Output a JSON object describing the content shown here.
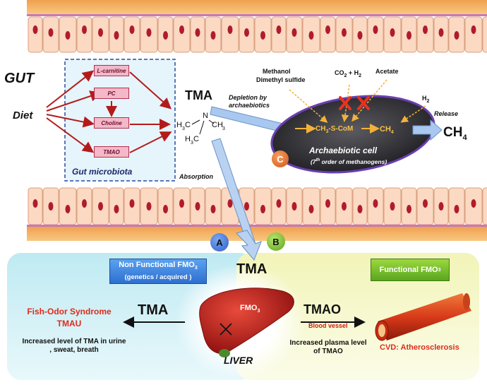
{
  "gut": {
    "title": "GUT",
    "diet": "Diet",
    "metabolites": [
      "L-carnitine",
      "PC",
      "Choline",
      "TMAO"
    ],
    "microbiota_label": "Gut  microbiota",
    "tma": "TMA",
    "depletion": "Depletion by archaebiotics",
    "absorption": "Absorption"
  },
  "archaea": {
    "substrate_methanol": "Methanol",
    "substrate_dms": "Dimethyl sulfide",
    "substrate_co2": "CO",
    "substrate_co2_sub": "2",
    "substrate_co2_tail": " + H",
    "substrate_co2_sub2": "2",
    "substrate_acetate": "Acetate",
    "substrate_h2": "H",
    "substrate_h2_sub": "2",
    "intermediate": "CH",
    "intermediate_sub": "3",
    "intermediate_tail": "-S-CoM",
    "product_in": "CH",
    "product_in_sub": "4",
    "cell_title": "Archaebiotic cell",
    "cell_sub_pre": "(7",
    "cell_sub_sup": "th",
    "cell_sub_post": " order of methanogens)",
    "marker_c": "C",
    "release": "Release",
    "ch4_out": "CH",
    "ch4_out_sub": "4"
  },
  "liver": {
    "marker_a": "A",
    "marker_b": "B",
    "tma_center": "TMA",
    "non_functional_line1": "Non Functional FMO",
    "non_functional_sub": "3",
    "non_functional_line2": "(genetics /  acquired )",
    "functional": "Functional FMO",
    "functional_sub": "3",
    "fos": "Fish-Odor Syndrome",
    "tmau": "TMAU",
    "tma_left": "TMA",
    "inc_tma": "Increased level of TMA in urine , sweat, breath",
    "tmao": "TMAO",
    "blood_vessel": "Blood vessel",
    "inc_plasma": "Increased plasma level of TMAO",
    "cvd": "CVD: Atherosclerosis",
    "liver_label": "LIVER",
    "fmo_on_liver": "FMO",
    "fmo_on_liver_sub": "3"
  },
  "colors": {
    "epithelium_cell": "#fbd9c2",
    "nucleus": "#b01c2c",
    "arrow_red": "#b31b1b",
    "arrow_blue": "#8fb8e8",
    "cell_dark": "#2f2f33",
    "cell_border": "#6a3fb0",
    "marker_orange": "#e06a1f",
    "marker_blue": "#3a6fd8",
    "marker_green": "#7ac22e"
  }
}
